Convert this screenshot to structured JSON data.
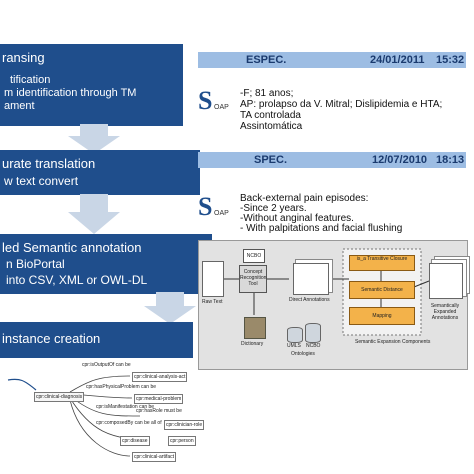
{
  "steps": [
    {
      "title": "ransing",
      "lines": [
        "tification",
        "m identification through TM",
        "ament"
      ]
    },
    {
      "title": "urate translation",
      "lines": [
        "w text convert"
      ]
    },
    {
      "title": "led Semantic annotation",
      "lines": [
        "n BioPortal",
        "into CSV, XML or OWL-DL"
      ]
    },
    {
      "title": "instance creation",
      "lines": []
    }
  ],
  "records": [
    {
      "type": "ESPEC.",
      "date": "24/01/2011",
      "time": "15:32",
      "soap_letter": "S",
      "soap_sub": "OAP",
      "lines": [
        "-F; 81 anos;",
        "AP: prolapso da V. Mitral; Dislipidemia e HTA;",
        "TA controlada",
        "Assintomática"
      ]
    },
    {
      "type": "SPEC.",
      "date": "12/07/2010",
      "time": "18:13",
      "soap_letter": "S",
      "soap_sub": "OAP",
      "lines": [
        "Back-external pain episodes:",
        "-Since 2 years.",
        "-Without anginal features.",
        "- With palpitations and facial flushing"
      ]
    }
  ],
  "pipeline": {
    "raw_text": "Raw Text",
    "ncbo": "NCBO",
    "concept_tool": "Concept Recognition Tool",
    "direct_annotations": "Direct Annotations",
    "dictionary": "Dictionary",
    "umls": "UMLS",
    "ncbo2": "NCBO",
    "ontologies": "Ontologies",
    "is_a": "is_a Transitive Closure",
    "semantic_distance": "Semantic Distance",
    "mapping": "Mapping",
    "expansion": "Semantic Expansion Components",
    "expanded": "Semantically Expanded Annotations"
  },
  "graph": {
    "root": "cpr:clinical-diagnosis",
    "edges": [
      "cpr:isOutputOf can be",
      "cpr:hasPhysicalProblem can be",
      "cpr:isManifestation can be",
      "cpr:composedBy can be all of",
      "cpr:hasRole must be"
    ],
    "nodes": [
      "cpr:clinical-analysis-act",
      "cpr:medical-problem",
      "cpr:disease",
      "cpr:clinician-role",
      "cpr:person",
      "cpr:clinical-artifact"
    ]
  }
}
